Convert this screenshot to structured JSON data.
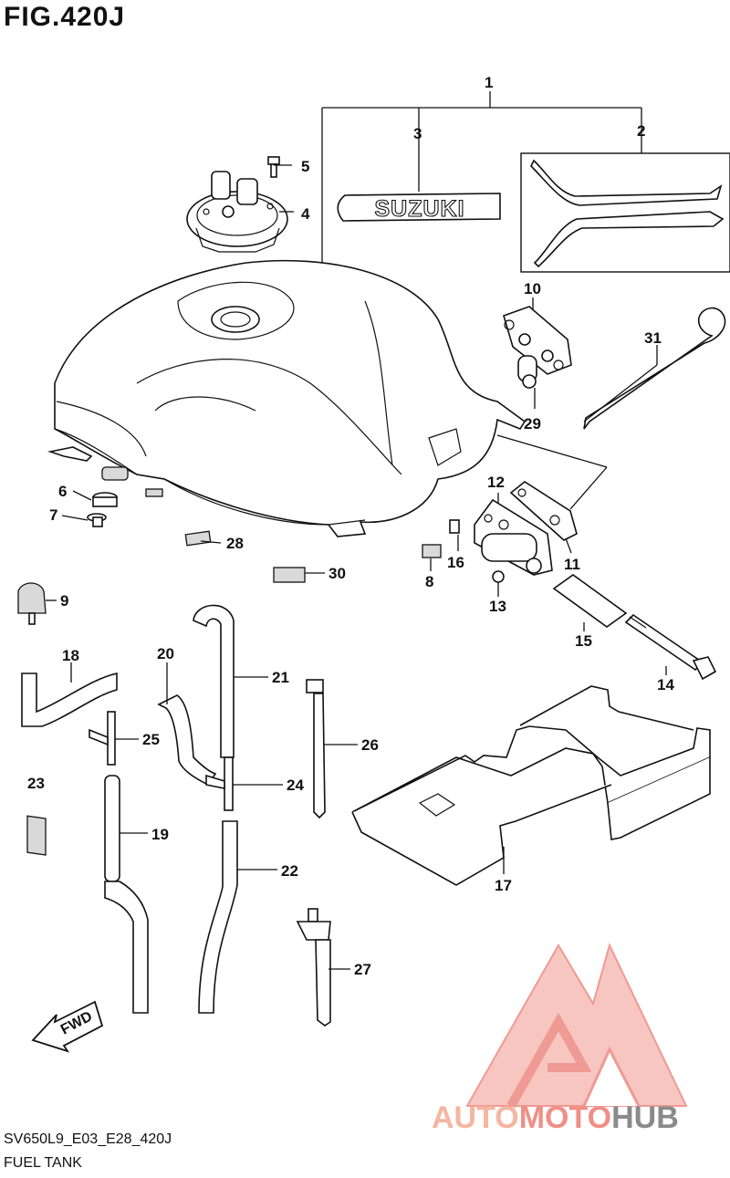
{
  "figure": {
    "title": "FIG.420J"
  },
  "footer": {
    "model_code": "SV650L9_E03_E28_420J",
    "section_name": "FUEL TANK"
  },
  "emblem": {
    "text": "SUZUKI"
  },
  "fwd_arrow": {
    "text": "FWD"
  },
  "watermark": {
    "part1": "AUTO",
    "part2": "MOTO",
    "part3": "HUB",
    "color_light": "#f4b6a0",
    "color_mid": "#ef8f86",
    "color_gray": "#8a8a8a"
  },
  "callouts": {
    "c1": "1",
    "c2": "2",
    "c3": "3",
    "c4": "4",
    "c5": "5",
    "c6": "6",
    "c7": "7",
    "c8": "8",
    "c9": "9",
    "c10": "10",
    "c11": "11",
    "c12": "12",
    "c13": "13",
    "c14": "14",
    "c15": "15",
    "c16": "16",
    "c17": "17",
    "c18": "18",
    "c19": "19",
    "c20": "20",
    "c21": "21",
    "c22": "22",
    "c23": "23",
    "c24": "24",
    "c25": "25",
    "c26": "26",
    "c27": "27",
    "c28": "28",
    "c29": "29",
    "c30": "30",
    "c31": "31"
  }
}
